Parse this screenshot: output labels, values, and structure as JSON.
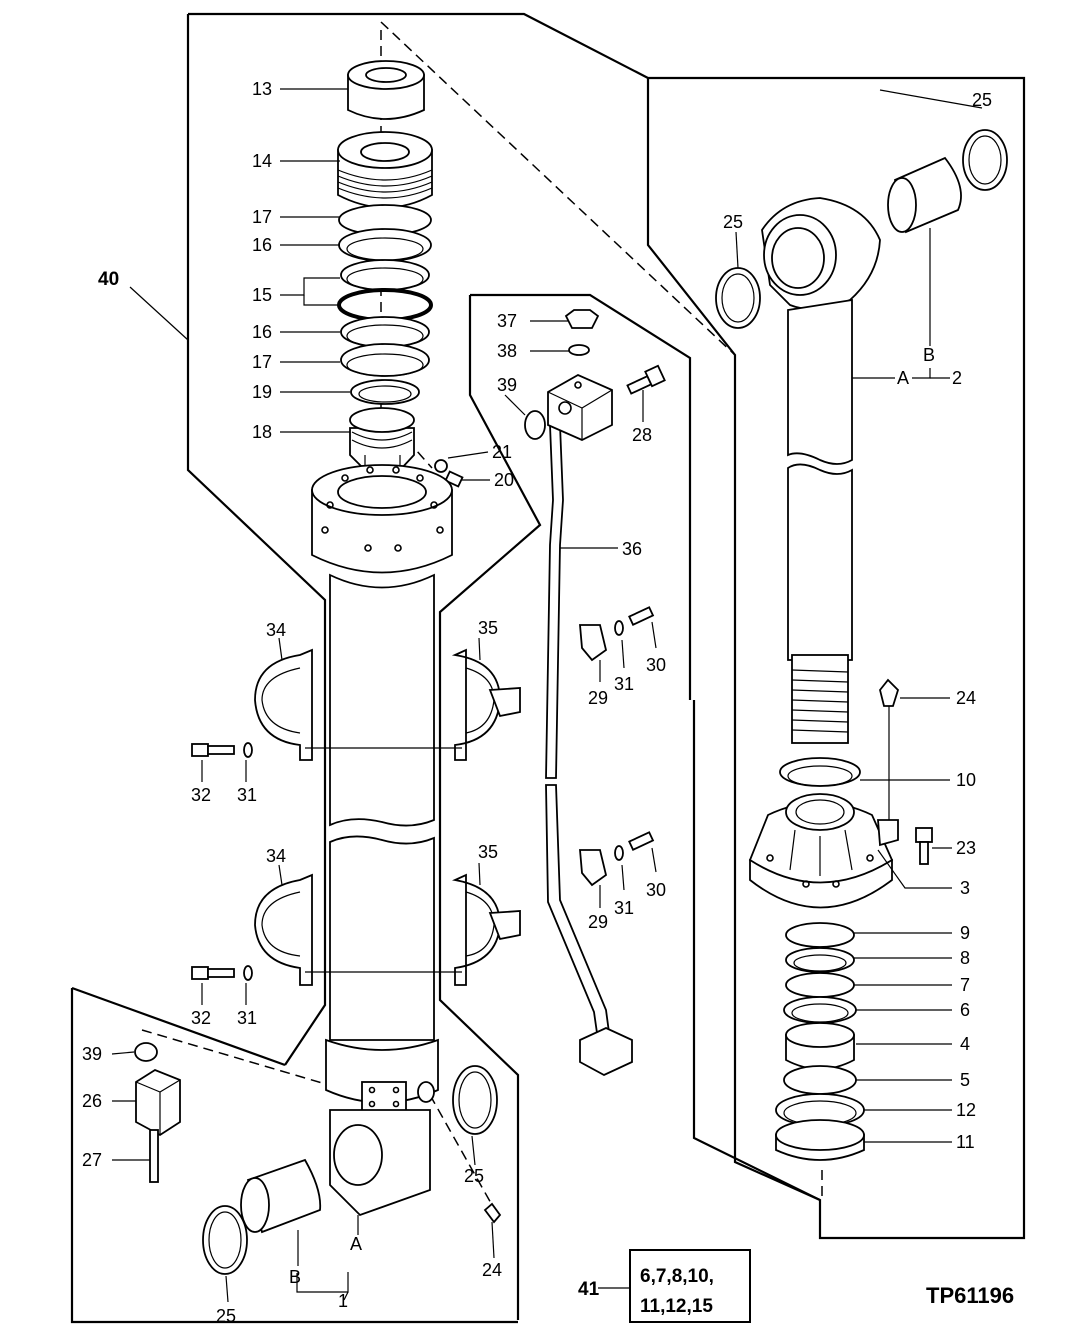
{
  "figure_id": "TP61196",
  "kit_box": {
    "number": "41",
    "line1": "6,7,8,10,",
    "line2": "11,12,15"
  },
  "callouts": {
    "c1": "1",
    "c2": "2",
    "c3": "3",
    "c4": "4",
    "c5": "5",
    "c6": "6",
    "c7": "7",
    "c8": "8",
    "c9": "9",
    "c10": "10",
    "c11": "11",
    "c12": "12",
    "c13": "13",
    "c14": "14",
    "c15": "15",
    "c16": "16",
    "c17": "17",
    "c18": "18",
    "c19": "19",
    "c20": "20",
    "c21": "21",
    "c23": "23",
    "c24": "24",
    "c25": "25",
    "c26": "26",
    "c27": "27",
    "c28": "28",
    "c29": "29",
    "c30": "30",
    "c31": "31",
    "c32": "32",
    "c34": "34",
    "c35": "35",
    "c36": "36",
    "c37": "37",
    "c38": "38",
    "c39": "39",
    "c40": "40",
    "letterA": "A",
    "letterB": "B"
  }
}
